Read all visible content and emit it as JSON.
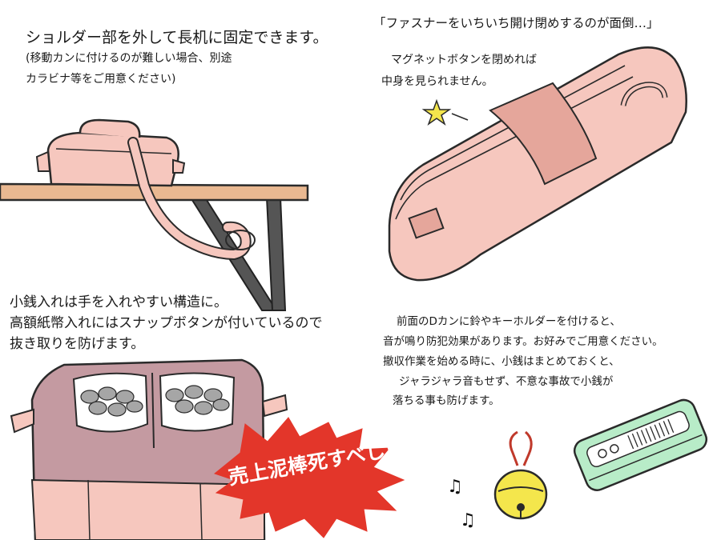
{
  "panel_table": {
    "line1": "ショルダー部を外して長机に固定できます。",
    "line2": "(移動カンに付けるのが難しい場合、別途",
    "line3": "カラビナ等をご用意ください)"
  },
  "panel_magnet": {
    "quote": "「ファスナーをいちいち開け閉めするのが面倒…」",
    "line1": "マグネットボタンを閉めれば",
    "line2": "中身を見られません。"
  },
  "panel_pockets": {
    "line1": "小銭入れは手を入れやすい構造に。",
    "line2": "高額紙幣入れにはスナップボタンが付いているので",
    "line3": "抜き取りを防げます。"
  },
  "panel_dring": {
    "line1": "前面のDカンに鈴やキーホルダーを付けると、",
    "line2": "音が鳴り防犯効果があります。お好みでご用意ください。",
    "line3": "撤収作業を始める時に、小銭はまとめておくと、",
    "line4": "ジャラジャラ音もせず、不意な事故で小銭が",
    "line5": "落ちる事も防げます。"
  },
  "burst": {
    "text": "売上泥棒死すべし!!"
  },
  "icons": {
    "star": "star-icon",
    "notes": "music-note-icon"
  },
  "colors": {
    "bag_pink": "#f6c7be",
    "bag_outline": "#2a2a2a",
    "pocket_mauve": "#c49aa1",
    "burst_red": "#e3362a",
    "bell_yellow": "#f4e64c",
    "coin_case_green": "#b8ecc8",
    "table_wood": "#e9b891"
  }
}
